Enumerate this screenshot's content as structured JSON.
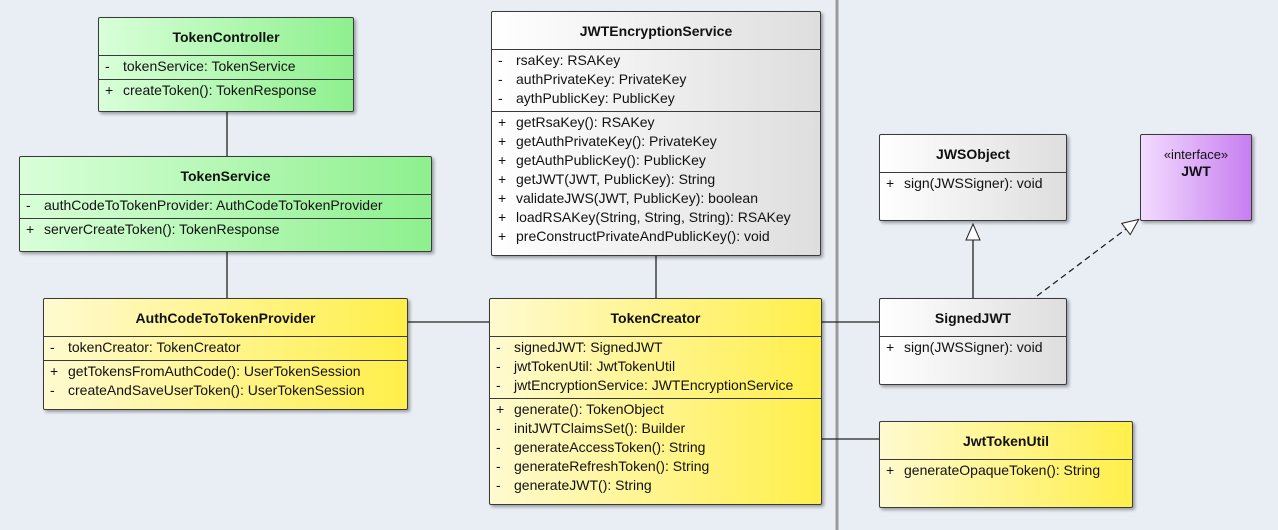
{
  "classes": {
    "token_controller": {
      "name": "TokenController",
      "attributes": [
        {
          "vis": "-",
          "text": "tokenService: TokenService"
        }
      ],
      "operations": [
        {
          "vis": "+",
          "text": "createToken(): TokenResponse"
        }
      ]
    },
    "token_service": {
      "name": "TokenService",
      "attributes": [
        {
          "vis": "-",
          "text": "authCodeToTokenProvider: AuthCodeToTokenProvider"
        }
      ],
      "operations": [
        {
          "vis": "+",
          "text": "serverCreateToken(): TokenResponse"
        }
      ]
    },
    "auth_code_provider": {
      "name": "AuthCodeToTokenProvider",
      "attributes": [
        {
          "vis": "-",
          "text": "tokenCreator: TokenCreator"
        }
      ],
      "operations": [
        {
          "vis": "+",
          "text": "getTokensFromAuthCode(): UserTokenSession"
        },
        {
          "vis": "-",
          "text": "createAndSaveUserToken(): UserTokenSession"
        }
      ]
    },
    "jwt_encryption_service": {
      "name": "JWTEncryptionService",
      "attributes": [
        {
          "vis": "-",
          "text": "rsaKey: RSAKey"
        },
        {
          "vis": "-",
          "text": "authPrivateKey: PrivateKey"
        },
        {
          "vis": "-",
          "text": "aythPublicKey: PublicKey"
        }
      ],
      "operations": [
        {
          "vis": "+",
          "text": "getRsaKey(): RSAKey"
        },
        {
          "vis": "+",
          "text": "getAuthPrivateKey(): PrivateKey"
        },
        {
          "vis": "+",
          "text": "getAuthPublicKey(): PublicKey"
        },
        {
          "vis": "+",
          "text": "getJWT(JWT, PublicKey): String"
        },
        {
          "vis": "+",
          "text": "validateJWS(JWT, PublicKey): boolean"
        },
        {
          "vis": "+",
          "text": "loadRSAKey(String, String, String): RSAKey"
        },
        {
          "vis": "+",
          "text": "preConstructPrivateAndPublicKey(): void"
        }
      ]
    },
    "token_creator": {
      "name": "TokenCreator",
      "attributes": [
        {
          "vis": "-",
          "text": "signedJWT: SignedJWT"
        },
        {
          "vis": "-",
          "text": "jwtTokenUtil: JwtTokenUtil"
        },
        {
          "vis": "-",
          "text": "jwtEncryptionService: JWTEncryptionService"
        }
      ],
      "operations": [
        {
          "vis": "+",
          "text": "generate(): TokenObject"
        },
        {
          "vis": "-",
          "text": "initJWTClaimsSet(): Builder"
        },
        {
          "vis": "-",
          "text": "generateAccessToken(): String"
        },
        {
          "vis": "-",
          "text": "generateRefreshToken(): String"
        },
        {
          "vis": "-",
          "text": "generateJWT(): String"
        }
      ]
    },
    "jws_object": {
      "name": "JWSObject",
      "attributes": [],
      "operations": [
        {
          "vis": "+",
          "text": "sign(JWSSigner): void"
        }
      ]
    },
    "jwt_interface": {
      "name": "JWT",
      "stereotype": "«interface»"
    },
    "signed_jwt": {
      "name": "SignedJWT",
      "attributes": [],
      "operations": [
        {
          "vis": "+",
          "text": "sign(JWSSigner): void"
        }
      ]
    },
    "jwt_token_util": {
      "name": "JwtTokenUtil",
      "attributes": [],
      "operations": [
        {
          "vis": "+",
          "text": "generateOpaqueToken(): String"
        }
      ]
    }
  },
  "colors": {
    "controller": "#8ef08e",
    "service": "#ffef4a",
    "library": "#dedede",
    "interface": "#c77ef0",
    "line": "#222222",
    "separator": "#9a9a9a"
  }
}
